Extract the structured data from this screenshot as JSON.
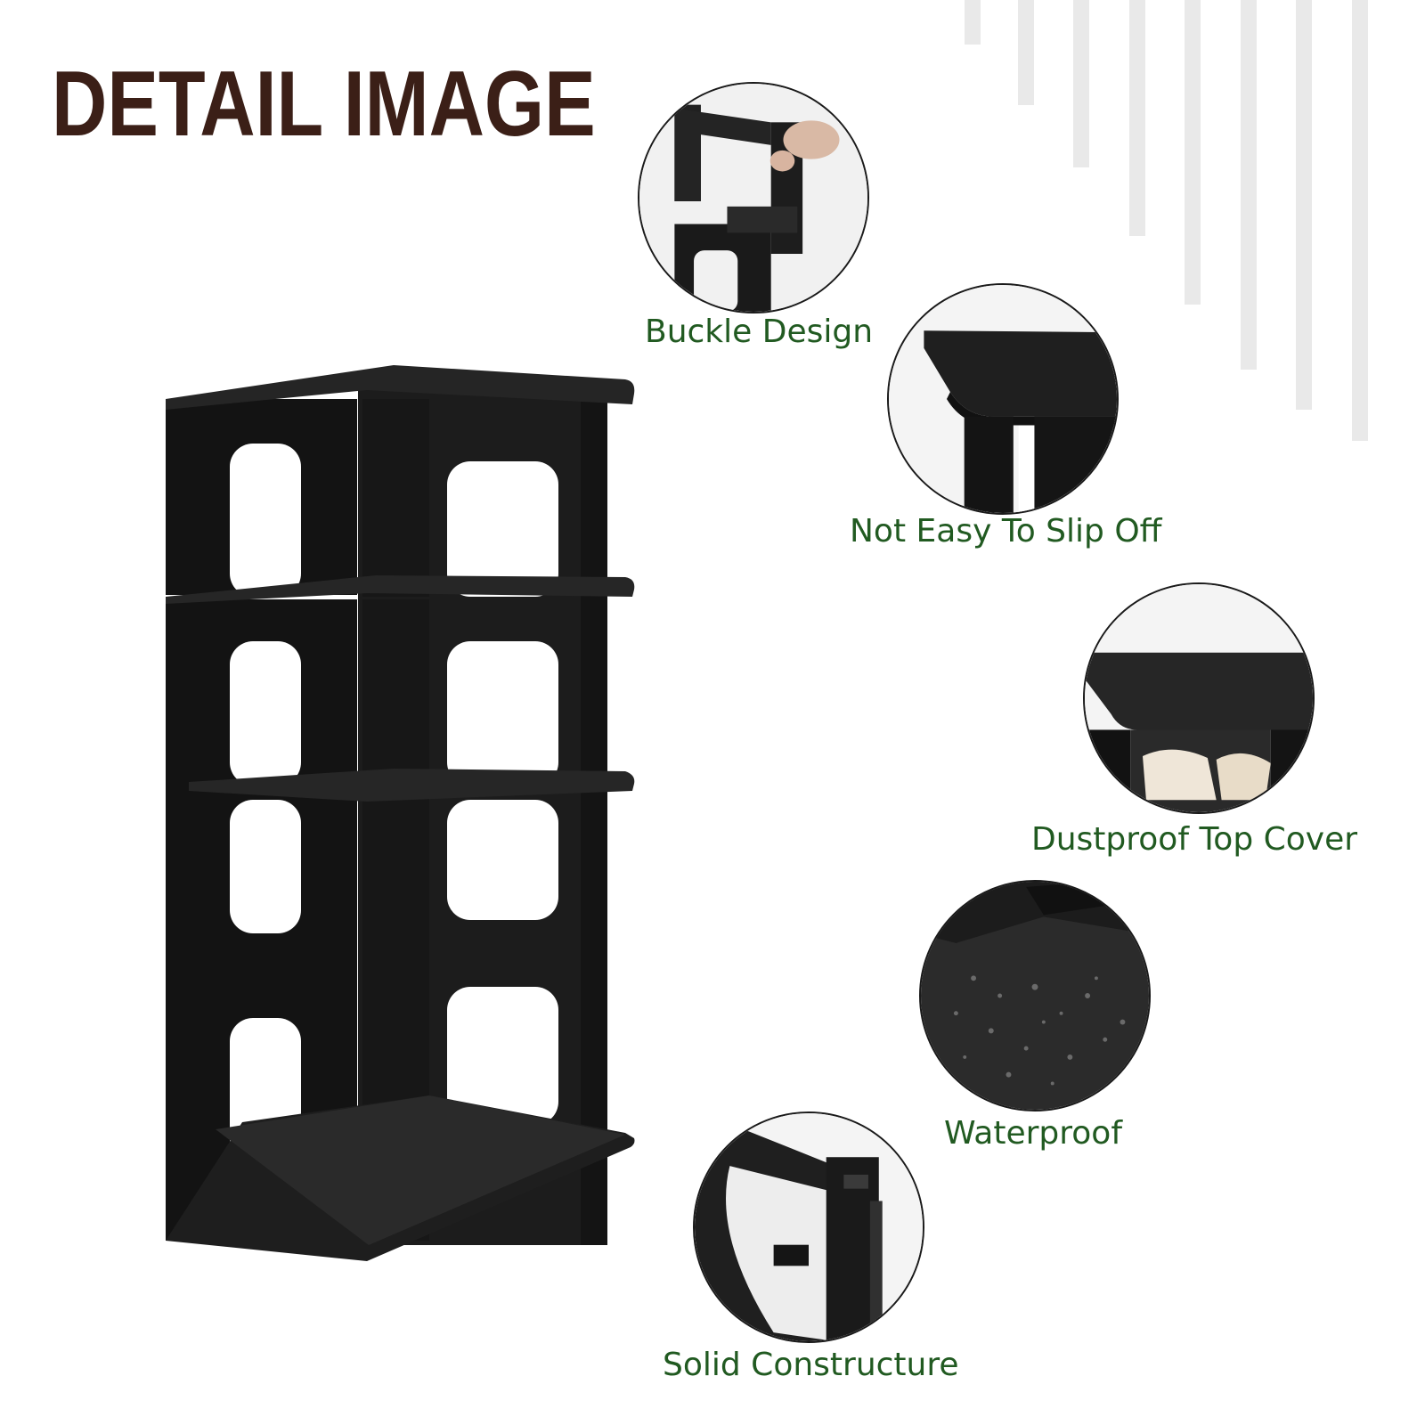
{
  "title": "DETAIL IMAGE",
  "colors": {
    "title": "#3b1f17",
    "caption": "#215a21",
    "product": "#141414",
    "stripe": "#e9e9e9"
  },
  "product": {
    "name": "stackable shoe rack",
    "tiers": 4,
    "color_name": "black"
  },
  "features": [
    {
      "label": "Buckle Design",
      "icon": "buckle-design-photo"
    },
    {
      "label": "Not Easy To Slip Off",
      "icon": "top-corner-photo"
    },
    {
      "label": "Dustproof Top Cover",
      "icon": "dustproof-cover-photo"
    },
    {
      "label": "Waterproof",
      "icon": "waterproof-surface-photo"
    },
    {
      "label": "Solid Constructure",
      "icon": "solid-joint-photo"
    }
  ]
}
